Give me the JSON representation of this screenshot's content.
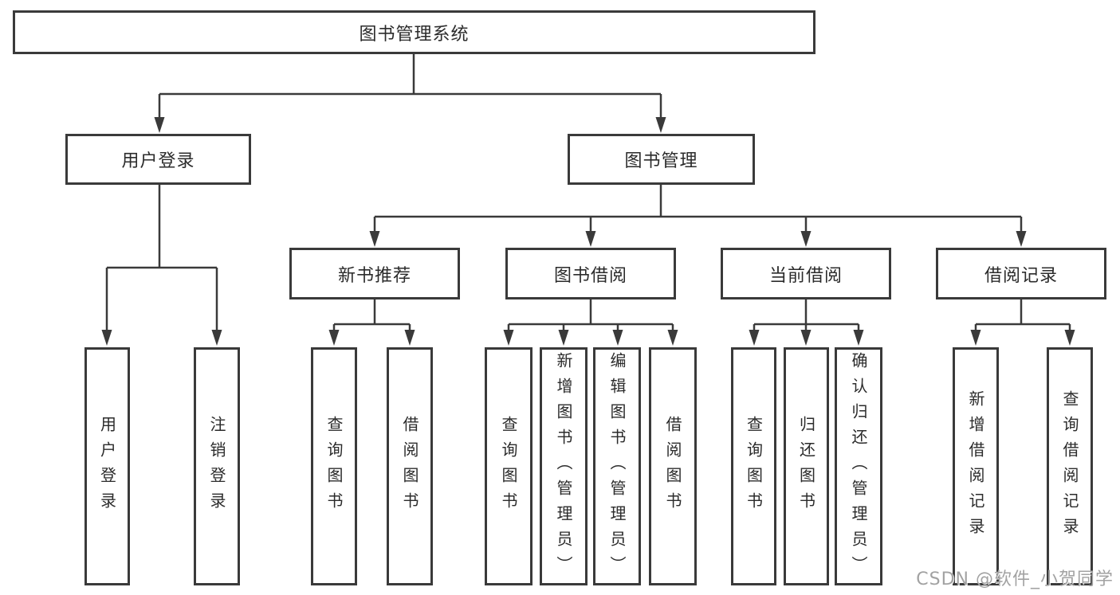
{
  "diagram": {
    "tree": {
      "label": "图书管理系统",
      "children": [
        {
          "label": "用户登录",
          "children": [
            {
              "label": "用户登录"
            },
            {
              "label": "注销登录"
            }
          ]
        },
        {
          "label": "图书管理",
          "children": [
            {
              "label": "新书推荐",
              "children": [
                {
                  "label": "查询图书"
                },
                {
                  "label": "借阅图书"
                }
              ]
            },
            {
              "label": "图书借阅",
              "children": [
                {
                  "label": "查询图书"
                },
                {
                  "label": "新增图书（管理员）"
                },
                {
                  "label": "编辑图书（管理员）"
                },
                {
                  "label": "借阅图书"
                }
              ]
            },
            {
              "label": "当前借阅",
              "children": [
                {
                  "label": "查询图书"
                },
                {
                  "label": "归还图书"
                },
                {
                  "label": "确认归还（管理员）"
                }
              ]
            },
            {
              "label": "借阅记录",
              "children": [
                {
                  "label": "新增借阅记录"
                },
                {
                  "label": "查询借阅记录"
                }
              ]
            }
          ]
        }
      ]
    },
    "watermark": "CSDN @软件_小贺同学",
    "colors": {
      "line": "#3a3a3a",
      "box_border": "#3a3a3a",
      "box_fill": "#ffffff",
      "text": "#2b2b2b",
      "watermark": "#a2a2a2",
      "background": "#ffffff"
    }
  }
}
